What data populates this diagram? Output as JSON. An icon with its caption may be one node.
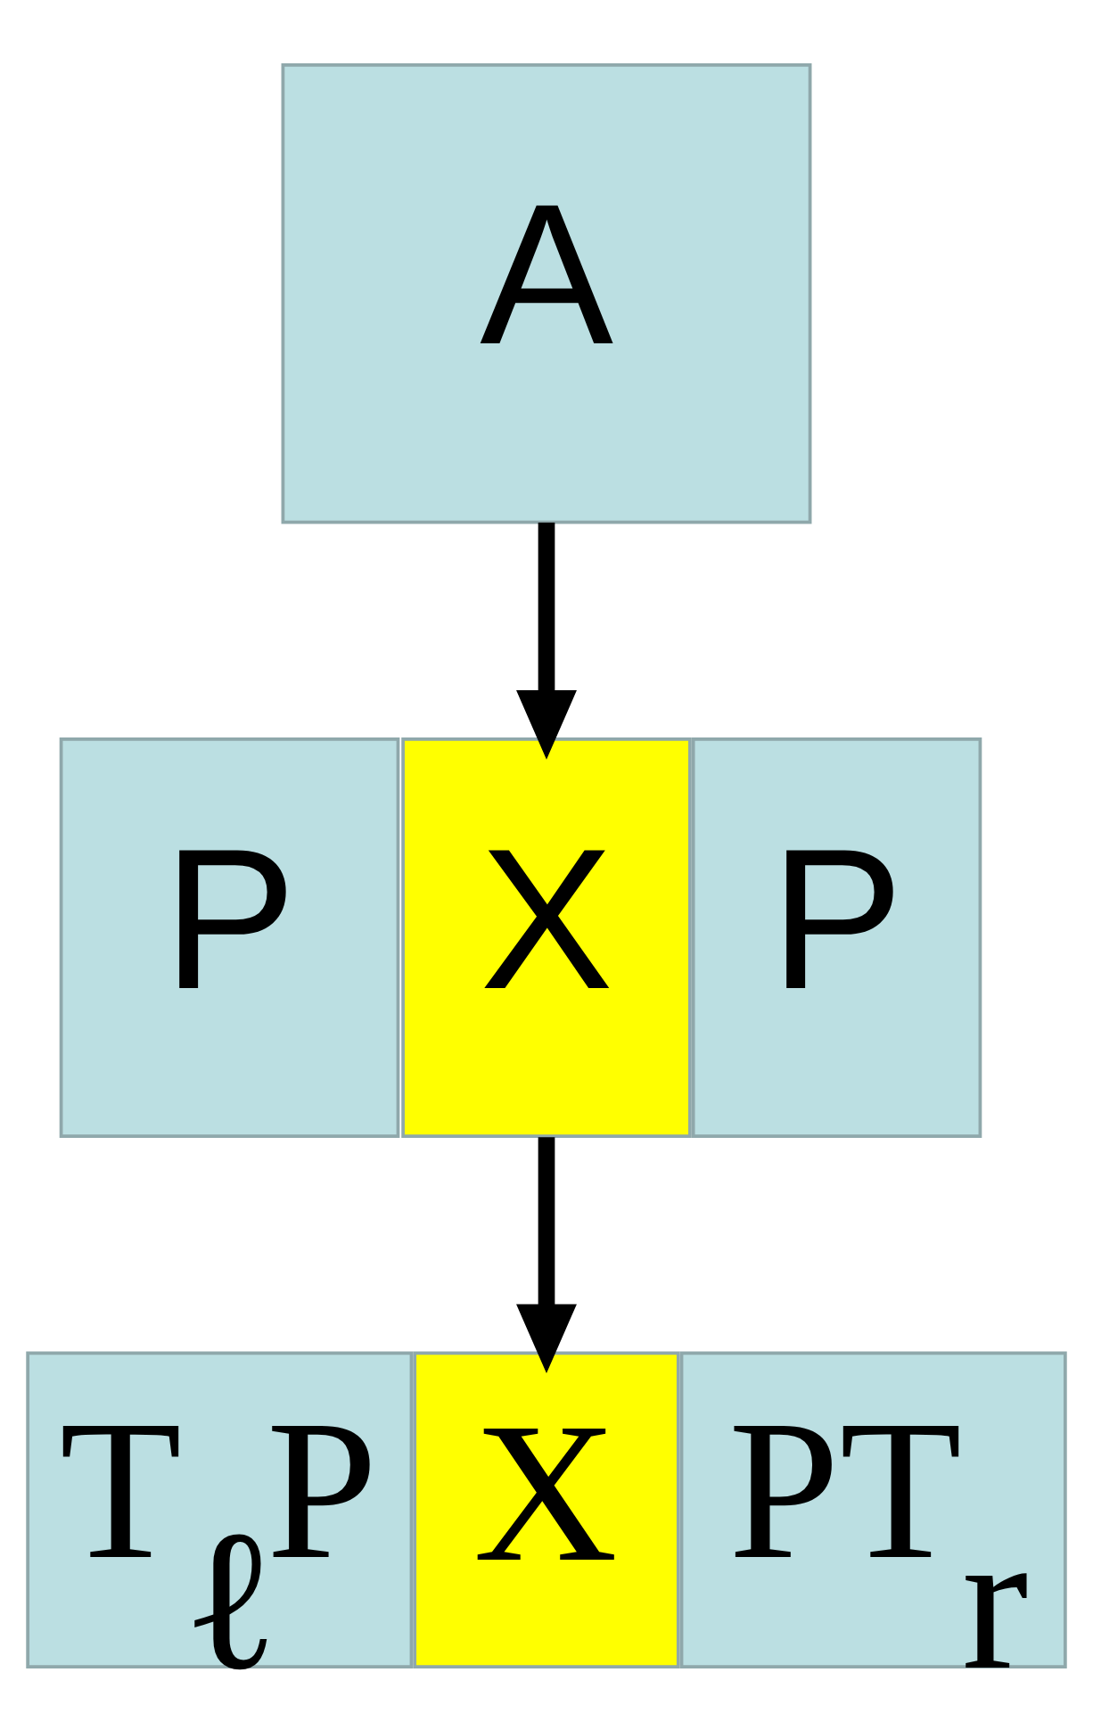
{
  "diagram": {
    "nodes": [
      {
        "text": [
          "A"
        ]
      },
      {
        "text": [
          "P"
        ]
      },
      {
        "text": [
          "X"
        ]
      },
      {
        "text": [
          "P"
        ]
      },
      {
        "text": [
          "T$_{ℓ}$P"
        ]
      },
      {
        "text": [
          "X"
        ]
      },
      {
        "text": [
          "PT$_{r}$"
        ]
      }
    ],
    "edges": [
      {
        "from": 0,
        "to": 2,
        "arrow": "to"
      },
      {
        "from": 2,
        "to": 5,
        "arrow": "to"
      }
    ]
  }
}
